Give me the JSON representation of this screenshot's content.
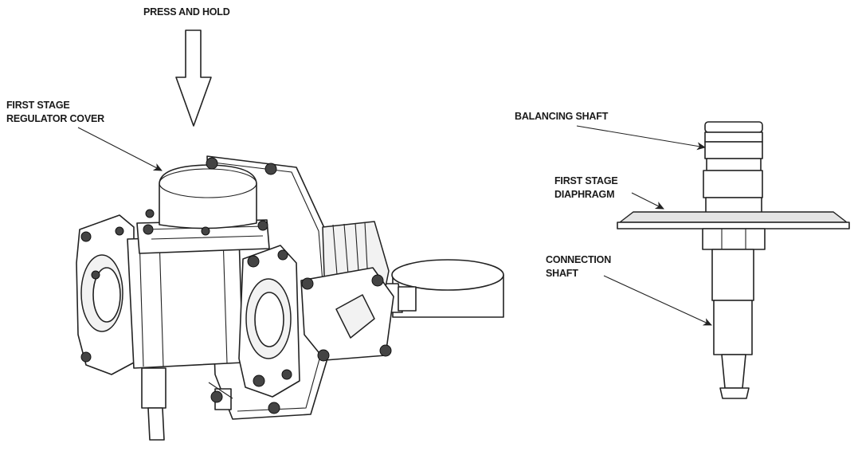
{
  "labels": {
    "press_and_hold": "PRESS AND HOLD",
    "first_stage_regulator_cover_line1": "FIRST STAGE",
    "first_stage_regulator_cover_line2": "REGULATOR COVER",
    "balancing_shaft": "BALANCING SHAFT",
    "first_stage_diaphragm_line1": "FIRST STAGE",
    "first_stage_diaphragm_line2": "DIAPHRAGM",
    "connection_shaft_line1": "CONNECTION",
    "connection_shaft_line2": "SHAFT"
  },
  "colors": {
    "line": "#222222",
    "background": "#ffffff"
  },
  "icons": {
    "press_arrow": "down-arrow-icon"
  }
}
